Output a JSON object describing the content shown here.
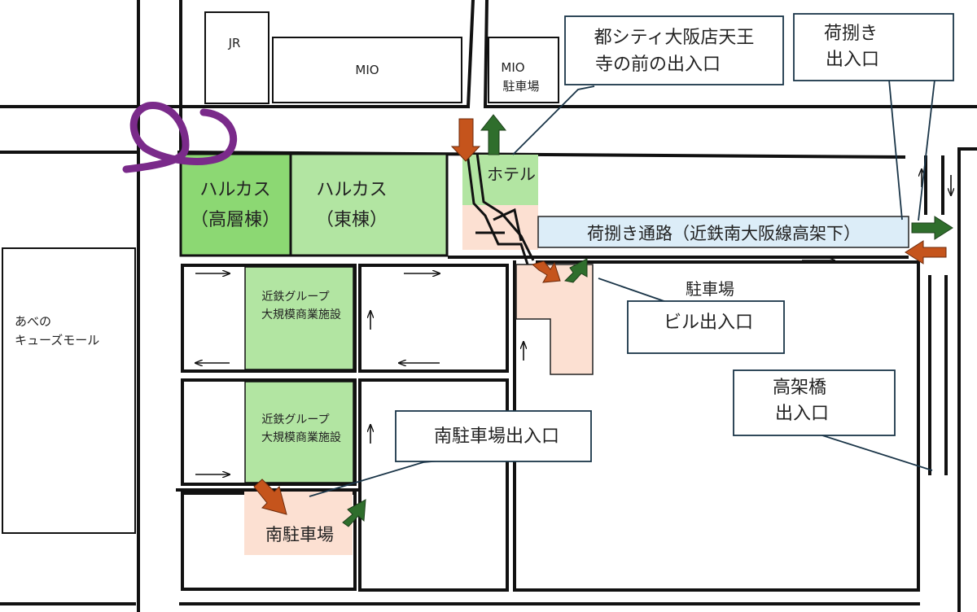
{
  "labels": {
    "jr": "JR",
    "mio": "MIO",
    "mio_parking_1": "MIO",
    "mio_parking_2": "駐車場",
    "harukas_high_1": "ハルカス",
    "harukas_high_2": "（高層棟）",
    "harukas_east_1": "ハルカス",
    "harukas_east_2": "（東棟）",
    "hotel": "ホテル",
    "abeno_1": "あべの",
    "abeno_2": "キューズモール",
    "kintetsu_1a": "近鉄グループ",
    "kintetsu_1b": "大規模商業施設",
    "kintetsu_2a": "近鉄グループ",
    "kintetsu_2b": "大規模商業施設",
    "south_parking": "南駐車場",
    "parking_top": "駐車場"
  },
  "callouts": {
    "miyako_1": "都シティ大阪店天王",
    "miyako_2": "寺の前の出入口",
    "loading_1": "荷捌き",
    "loading_2": "出入口",
    "loading_road": "荷捌き通路（近鉄南大阪線高架下）",
    "building_entrance": "ビル出入口",
    "overpass_1": "高架橋",
    "overpass_2": "出入口",
    "south_entrance": "南駐車場出入口"
  },
  "colors": {
    "harukas_high": "#8cd873",
    "green_light": "#b2e5a2",
    "parking_pink": "#fce0d2",
    "loading_blue": "#dcedf8",
    "arrow_in": "#c5541c",
    "arrow_out": "#2f6e2c",
    "marker_purple": "#7a2a8a"
  },
  "icons": {
    "entry_arrow": "arrow-down-orange",
    "exit_arrow": "arrow-up-green",
    "location_marker": "purple-loop-marker"
  }
}
